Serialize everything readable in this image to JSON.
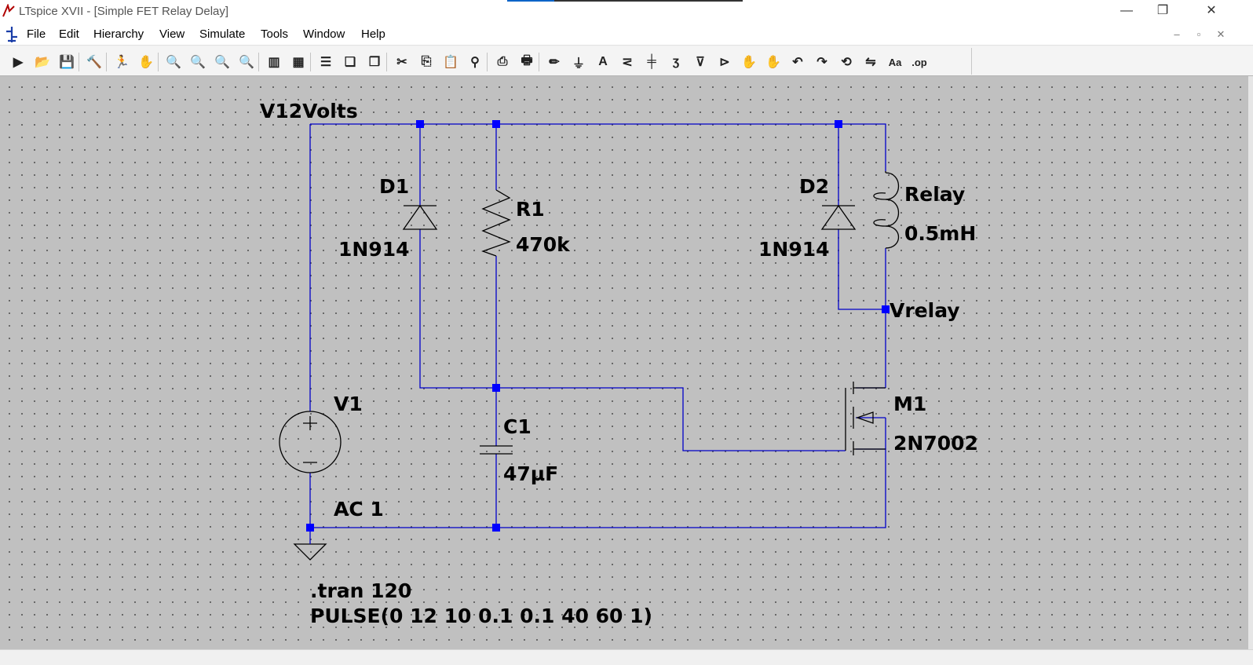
{
  "window": {
    "title": "LTspice XVII - [Simple FET Relay Delay]",
    "minimize_glyph": "—",
    "maximize_glyph": "❐",
    "close_glyph": "✕"
  },
  "menu": {
    "items": [
      {
        "label": "File"
      },
      {
        "label": "Edit"
      },
      {
        "label": "Hierarchy"
      },
      {
        "label": "View"
      },
      {
        "label": "Simulate"
      },
      {
        "label": "Tools"
      },
      {
        "label": "Window"
      },
      {
        "label": "Help"
      }
    ],
    "mdi_minimize": "–",
    "mdi_restore": "▫",
    "mdi_close": "✕"
  },
  "toolbar": {
    "tools": [
      {
        "name": "run-icon",
        "glyph": "▶"
      },
      {
        "name": "open-icon",
        "glyph": "📂"
      },
      {
        "name": "save-icon",
        "glyph": "💾"
      },
      {
        "name": "control-panel-icon",
        "glyph": "🔨"
      },
      {
        "name": "halt-icon",
        "glyph": "🏃"
      },
      {
        "name": "pan-icon",
        "glyph": "✋"
      },
      {
        "name": "zoom-in-icon",
        "glyph": "🔍"
      },
      {
        "name": "zoom-full-icon",
        "glyph": "🔍"
      },
      {
        "name": "zoom-out-icon",
        "glyph": "🔍"
      },
      {
        "name": "zoom-cancel-icon",
        "glyph": "🔍"
      },
      {
        "name": "autorange-icon",
        "glyph": "▥"
      },
      {
        "name": "waveform-icon",
        "glyph": "▦"
      },
      {
        "name": "tile-horizontal-icon",
        "glyph": "☰"
      },
      {
        "name": "cascade-icon",
        "glyph": "❏"
      },
      {
        "name": "tile-vertical-icon",
        "glyph": "❐"
      },
      {
        "name": "cut-icon",
        "glyph": "✂"
      },
      {
        "name": "copy-icon",
        "glyph": "⎘"
      },
      {
        "name": "paste-icon",
        "glyph": "📋"
      },
      {
        "name": "find-icon",
        "glyph": "⚲"
      },
      {
        "name": "print-setup-icon",
        "glyph": "⎙"
      },
      {
        "name": "print-icon",
        "glyph": "🖶"
      },
      {
        "name": "draw-wire-icon",
        "glyph": "✏"
      },
      {
        "name": "ground-icon",
        "glyph": "⏚"
      },
      {
        "name": "label-net-icon",
        "glyph": "A"
      },
      {
        "name": "resistor-icon",
        "glyph": "⋜"
      },
      {
        "name": "capacitor-icon",
        "glyph": "╪"
      },
      {
        "name": "inductor-icon",
        "glyph": "ʒ"
      },
      {
        "name": "diode-icon",
        "glyph": "⊽"
      },
      {
        "name": "component-icon",
        "glyph": "⊳"
      },
      {
        "name": "move-icon",
        "glyph": "✋"
      },
      {
        "name": "drag-icon",
        "glyph": "✋"
      },
      {
        "name": "undo-icon",
        "glyph": "↶"
      },
      {
        "name": "redo-icon",
        "glyph": "↷"
      },
      {
        "name": "rotate-icon",
        "glyph": "⟲"
      },
      {
        "name": "mirror-icon",
        "glyph": "⇋"
      },
      {
        "name": "text-icon",
        "glyph": "Aa"
      },
      {
        "name": "spice-directive-icon",
        "glyph": ".op"
      }
    ]
  },
  "schematic": {
    "net_labels": {
      "supply": "V12Volts",
      "relay_node": "Vrelay"
    },
    "components": {
      "d1": {
        "ref": "D1",
        "value": "1N914"
      },
      "r1": {
        "ref": "R1",
        "value": "470k"
      },
      "d2": {
        "ref": "D2",
        "value": "1N914"
      },
      "relay": {
        "ref": "Relay",
        "value": "0.5mH"
      },
      "v1": {
        "ref": "V1",
        "value": "AC 1"
      },
      "c1": {
        "ref": "C1",
        "value": "47µF"
      },
      "m1": {
        "ref": "M1",
        "value": "2N7002"
      }
    },
    "directives": {
      "tran": ".tran 120",
      "pulse": "PULSE(0 12 10 0.1 0.1 40 60 1)"
    },
    "colors": {
      "wire": "#0000c8",
      "junction": "#0000ff",
      "background": "#c0c0c0",
      "text": "#000000"
    }
  }
}
